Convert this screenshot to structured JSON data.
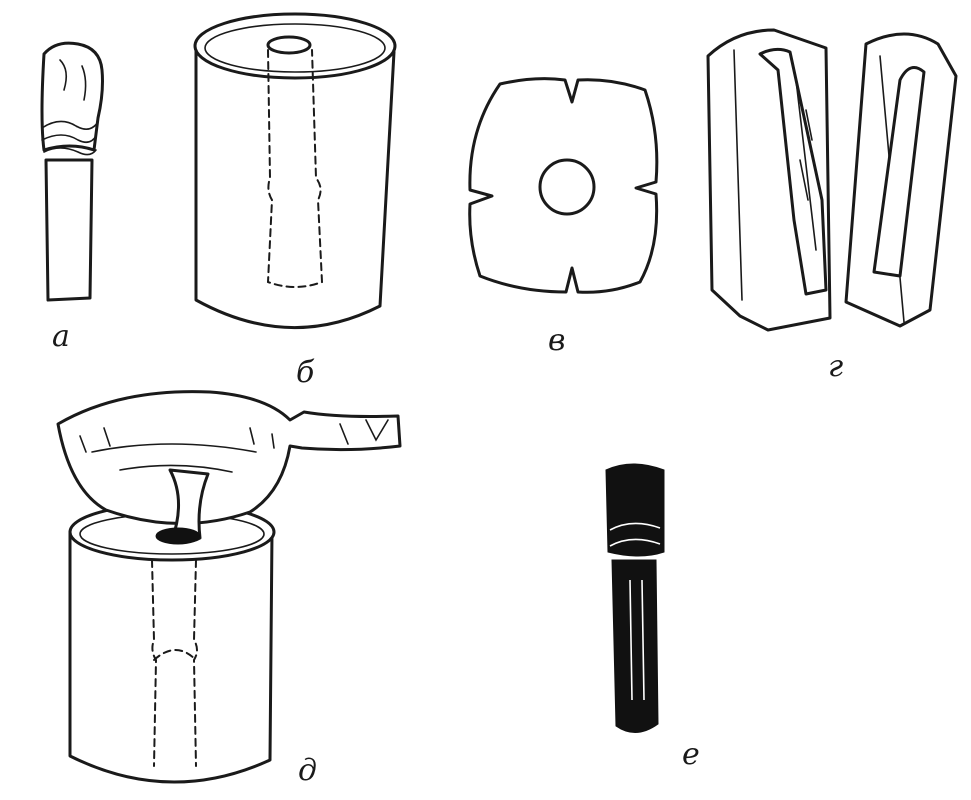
{
  "labels": {
    "a": "а",
    "b": "б",
    "v": "в",
    "g": "г",
    "d": "д",
    "e": "е"
  }
}
